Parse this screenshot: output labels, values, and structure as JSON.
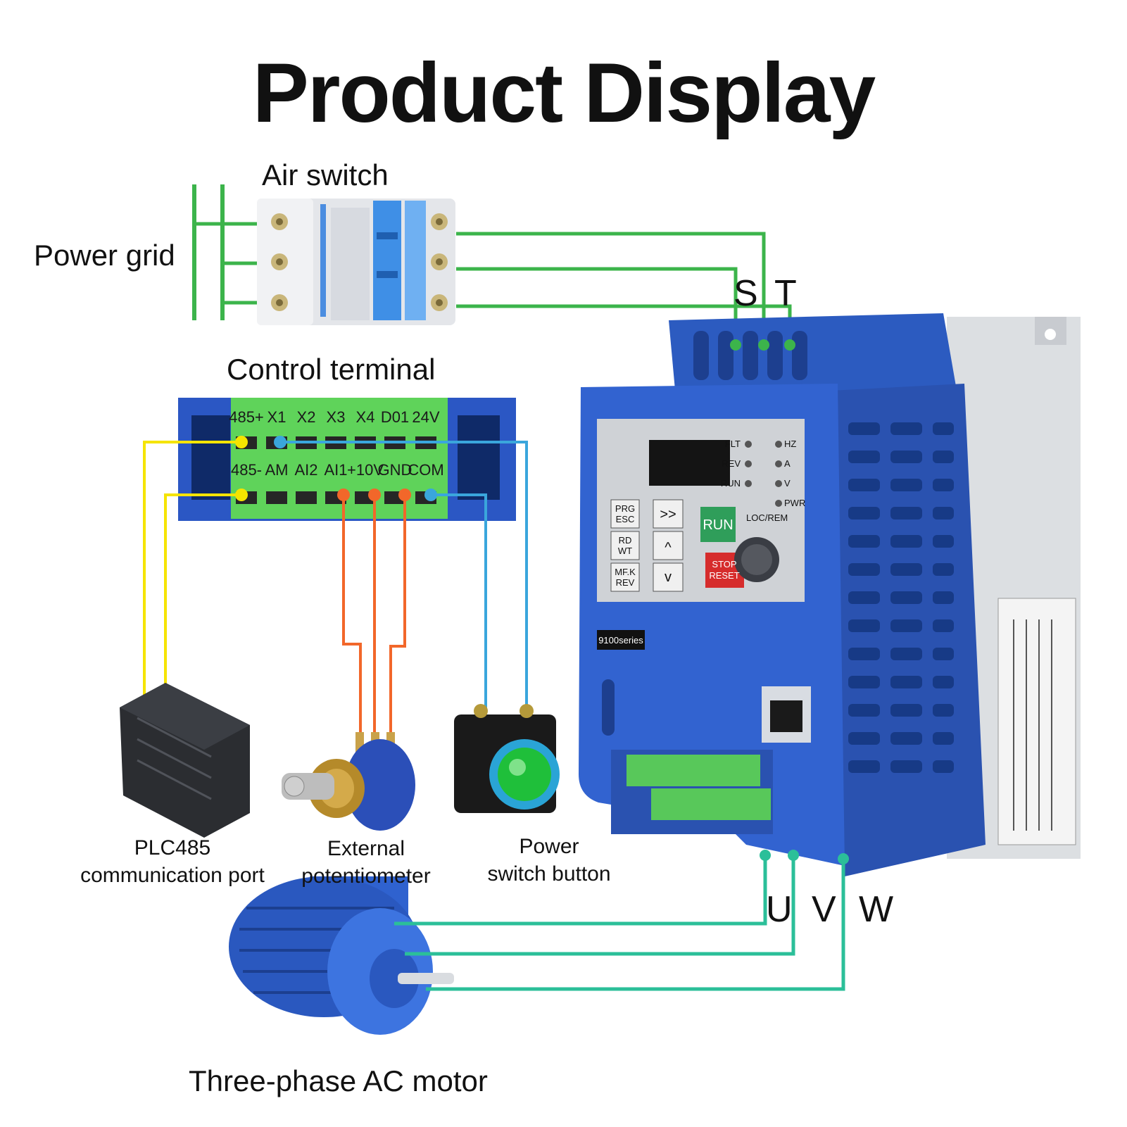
{
  "title": "Product Display",
  "labels": {
    "air_switch": "Air switch",
    "power_grid": "Power grid",
    "control_terminal": "Control terminal",
    "plc_line1": "PLC485",
    "plc_line2": "communication port",
    "pot_line1": "External",
    "pot_line2": "potentiometer",
    "psb_line1": "Power",
    "psb_line2": "switch button",
    "motor": "Three-phase AC motor"
  },
  "phases_in": [
    "S",
    "T"
  ],
  "phases_out": [
    "U",
    "V",
    "W"
  ],
  "terminal": {
    "top": [
      "485+",
      "X1",
      "X2",
      "X3",
      "X4",
      "D01",
      "24V"
    ],
    "bottom": [
      "485-",
      "AM",
      "AI2",
      "AI1",
      "+10V",
      "GND",
      "COM"
    ]
  },
  "panel": {
    "leds_left": [
      "FLT",
      "REV",
      "RUN"
    ],
    "leds_right": [
      "HZ",
      "A",
      "V",
      "PWR"
    ],
    "loc_rem": "LOC/REM",
    "run": "RUN",
    "stop_line1": "STOP",
    "stop_line2": "RESET",
    "keys": [
      [
        "PRG",
        "ESC"
      ],
      [
        "RD",
        "WT"
      ],
      [
        "MF.K",
        "REV"
      ]
    ],
    "nav_keys": [
      ">>",
      "^",
      "v"
    ],
    "series": "9100series"
  },
  "colors": {
    "grid_line": "#3cb44b",
    "motor_line": "#2bbf99",
    "rs485_line": "#f5e400",
    "pot_line": "#f2672a",
    "button_line": "#3aa6dc",
    "device_blue": "#2f5fc8",
    "terminal_green": "#5fd35a"
  }
}
